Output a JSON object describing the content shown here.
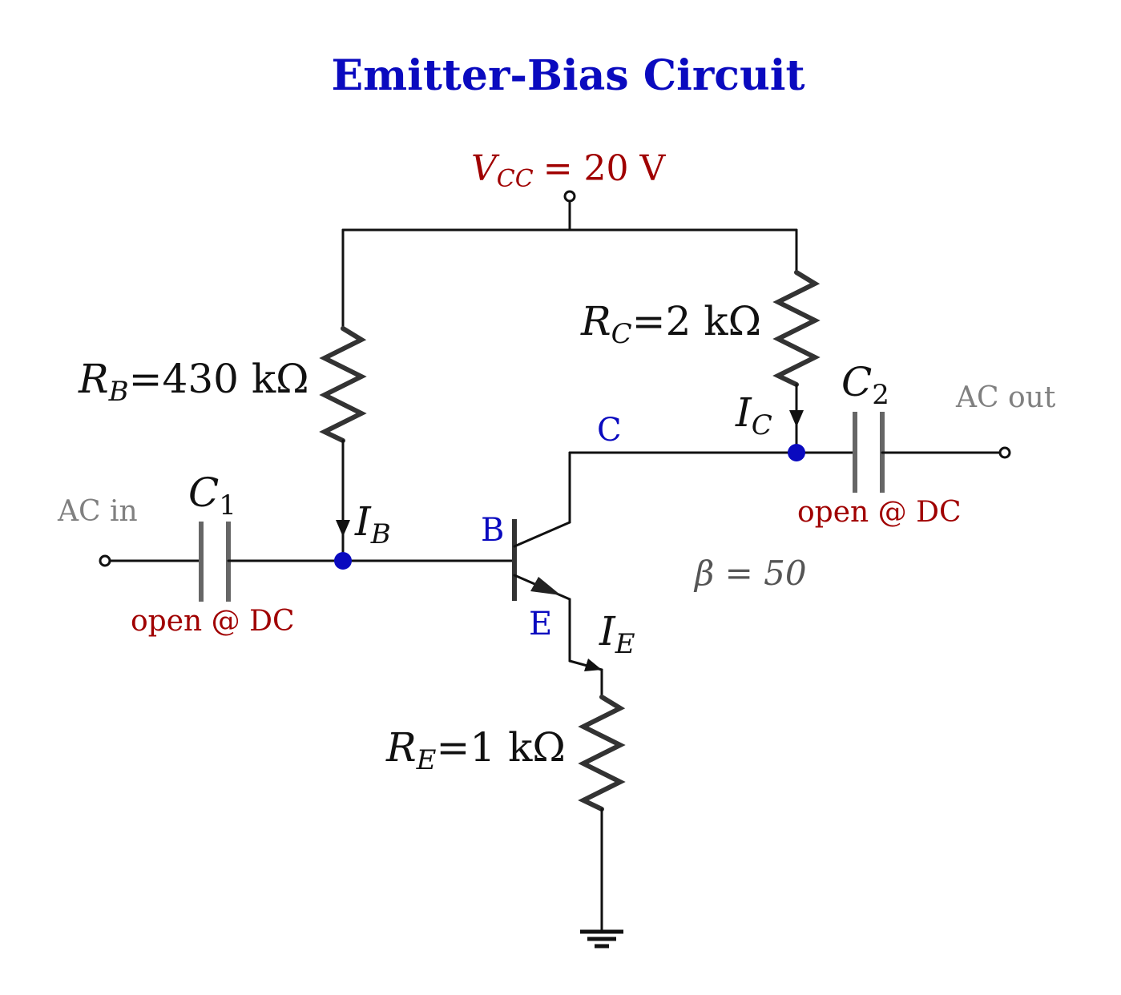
{
  "title": "Emitter-Bias Circuit",
  "colors": {
    "title": "#0a0abf",
    "supply": "#a00000",
    "node": "#0a0abf",
    "gray_label": "#808080",
    "beta": "#555555",
    "note": "#a00000",
    "wire": "#111111"
  },
  "supply": {
    "symbol": "V",
    "sub": "CC",
    "value": "= 20 V"
  },
  "resistors": {
    "rb": {
      "symbol": "R",
      "sub": "B",
      "value": "=430 kΩ"
    },
    "rc": {
      "symbol": "R",
      "sub": "C",
      "value": "=2 kΩ"
    },
    "re": {
      "symbol": "R",
      "sub": "E",
      "value": "=1 kΩ"
    }
  },
  "capacitors": {
    "c1": {
      "symbol": "C",
      "sub": "1",
      "note": "open @ DC"
    },
    "c2": {
      "symbol": "C",
      "sub": "2",
      "note": "open @ DC"
    }
  },
  "currents": {
    "ib": {
      "symbol": "I",
      "sub": "B"
    },
    "ic": {
      "symbol": "I",
      "sub": "C"
    },
    "ie": {
      "symbol": "I",
      "sub": "E"
    }
  },
  "transistor": {
    "base": "B",
    "collector": "C",
    "emitter": "E",
    "beta": "β = 50"
  },
  "ports": {
    "in": "AC in",
    "out": "AC out"
  }
}
